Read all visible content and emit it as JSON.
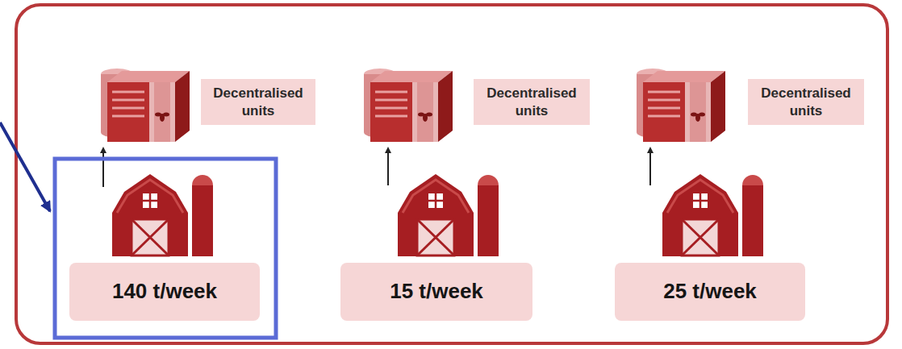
{
  "diagram": {
    "nodes": [
      {
        "text": [
          "Decentralised units"
        ]
      },
      {
        "text": [
          "Decentralised units"
        ]
      },
      {
        "text": [
          "Decentralised units"
        ]
      },
      {
        "text": [
          "140 t/week"
        ]
      },
      {
        "text": [
          "15 t/week"
        ]
      },
      {
        "text": [
          "25 t/week"
        ]
      }
    ]
  }
}
